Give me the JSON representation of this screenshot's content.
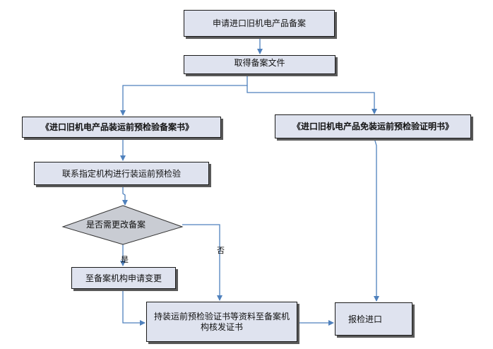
{
  "nodes": {
    "apply": "申请进口旧机电产品备案",
    "obtain": "取得备案文件",
    "cert_left": "《进口旧机电产品装运前预检验备案书》",
    "cert_right": "《进口旧机电产品免装运前预检验证明书》",
    "contact": "联系指定机构进行装运前预检验",
    "decision": "是否需更改备案",
    "change": "至备案机构申请变更",
    "submit": "持装运前预检验证书等资料至备案机构核发证书",
    "declare": "报检进口"
  },
  "edges": {
    "yes": "是",
    "no": "否"
  },
  "colors": {
    "box_fill": "#dfe3ef",
    "arrow": "#4f81bd"
  }
}
